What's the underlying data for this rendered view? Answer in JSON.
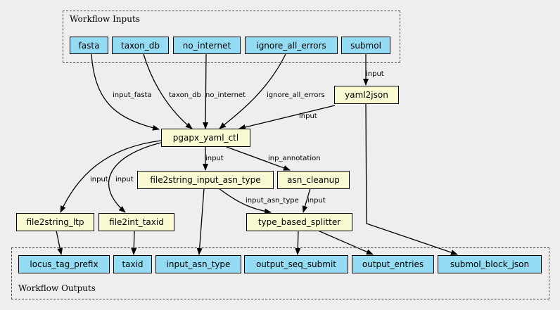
{
  "clusters": {
    "inputs": {
      "label": "Workflow Inputs"
    },
    "outputs": {
      "label": "Workflow Outputs"
    }
  },
  "colors": {
    "io_fill": "#94dcf4",
    "step_fill": "#fafad2",
    "background": "#eeeeee"
  },
  "inputs": [
    {
      "id": "fasta",
      "label": "fasta"
    },
    {
      "id": "taxon_db",
      "label": "taxon_db"
    },
    {
      "id": "no_internet",
      "label": "no_internet"
    },
    {
      "id": "ignore_all_errors",
      "label": "ignore_all_errors"
    },
    {
      "id": "submol",
      "label": "submol"
    }
  ],
  "steps": [
    {
      "id": "yaml2json",
      "label": "yaml2json"
    },
    {
      "id": "pgapx_yaml_ctl",
      "label": "pgapx_yaml_ctl"
    },
    {
      "id": "file2string_input_asn_type",
      "label": "file2string_input_asn_type"
    },
    {
      "id": "asn_cleanup",
      "label": "asn_cleanup"
    },
    {
      "id": "file2string_ltp",
      "label": "file2string_ltp"
    },
    {
      "id": "file2int_taxid",
      "label": "file2int_taxid"
    },
    {
      "id": "type_based_splitter",
      "label": "type_based_splitter"
    }
  ],
  "outputs": [
    {
      "id": "locus_tag_prefix",
      "label": "locus_tag_prefix"
    },
    {
      "id": "taxid",
      "label": "taxid"
    },
    {
      "id": "input_asn_type",
      "label": "input_asn_type"
    },
    {
      "id": "output_seq_submit",
      "label": "output_seq_submit"
    },
    {
      "id": "output_entries",
      "label": "output_entries"
    },
    {
      "id": "submol_block_json",
      "label": "submol_block_json"
    }
  ],
  "edges": [
    {
      "from": "fasta",
      "to": "pgapx_yaml_ctl",
      "label": "input_fasta"
    },
    {
      "from": "taxon_db",
      "to": "pgapx_yaml_ctl",
      "label": "taxon_db"
    },
    {
      "from": "no_internet",
      "to": "pgapx_yaml_ctl",
      "label": "no_internet"
    },
    {
      "from": "ignore_all_errors",
      "to": "pgapx_yaml_ctl",
      "label": "ignore_all_errors"
    },
    {
      "from": "submol",
      "to": "yaml2json",
      "label": "input"
    },
    {
      "from": "yaml2json",
      "to": "pgapx_yaml_ctl",
      "label": "input"
    },
    {
      "from": "pgapx_yaml_ctl",
      "to": "file2string_ltp",
      "label": "input"
    },
    {
      "from": "pgapx_yaml_ctl",
      "to": "file2int_taxid",
      "label": "input"
    },
    {
      "from": "pgapx_yaml_ctl",
      "to": "file2string_input_asn_type",
      "label": "input"
    },
    {
      "from": "pgapx_yaml_ctl",
      "to": "asn_cleanup",
      "label": "inp_annotation"
    },
    {
      "from": "file2string_input_asn_type",
      "to": "type_based_splitter",
      "label": "input_asn_type"
    },
    {
      "from": "asn_cleanup",
      "to": "type_based_splitter",
      "label": "input"
    },
    {
      "from": "file2string_ltp",
      "to": "locus_tag_prefix",
      "label": ""
    },
    {
      "from": "file2int_taxid",
      "to": "taxid",
      "label": ""
    },
    {
      "from": "file2string_input_asn_type",
      "to": "input_asn_type",
      "label": ""
    },
    {
      "from": "type_based_splitter",
      "to": "output_seq_submit",
      "label": ""
    },
    {
      "from": "type_based_splitter",
      "to": "output_entries",
      "label": ""
    },
    {
      "from": "yaml2json",
      "to": "submol_block_json",
      "label": ""
    }
  ]
}
